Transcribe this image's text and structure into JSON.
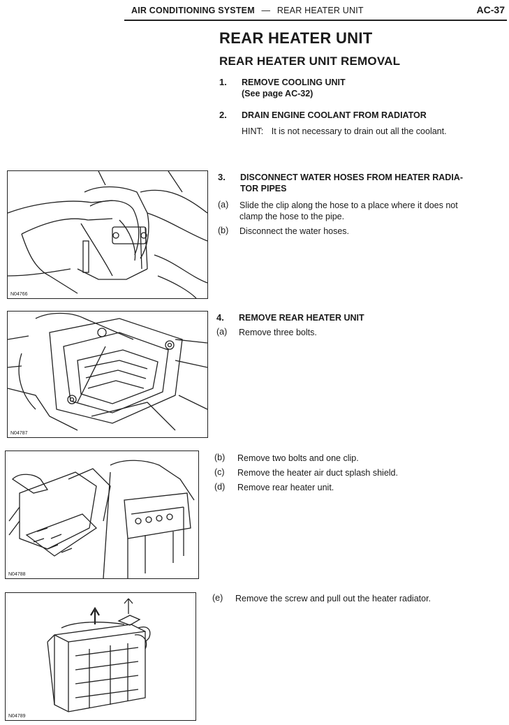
{
  "header": {
    "section": "AIR CONDITIONING SYSTEM",
    "dash": "—",
    "subsection": "REAR HEATER UNIT",
    "page": "AC-37"
  },
  "title": "REAR HEATER UNIT",
  "subtitle": "REAR HEATER UNIT REMOVAL",
  "steps": [
    {
      "num": "1.",
      "line1": "REMOVE COOLING UNIT",
      "line2": "(See page AC-32)"
    },
    {
      "num": "2.",
      "line1": "DRAIN ENGINE COOLANT FROM RADIATOR",
      "hint_label": "HINT:",
      "hint": "It is not necessary to drain out all the coolant."
    },
    {
      "num": "3.",
      "line1": "DISCONNECT WATER HOSES FROM HEATER RADIA-",
      "line2": "TOR PIPES",
      "subs": [
        {
          "label": "(a)",
          "line1": "Slide the clip along the hose to a place where it does not",
          "line2": "clamp the hose to the pipe."
        },
        {
          "label": "(b)",
          "line1": "Disconnect the water hoses."
        }
      ]
    },
    {
      "num": "4.",
      "line1": "REMOVE REAR HEATER UNIT",
      "subs": [
        {
          "label": "(a)",
          "line1": "Remove three bolts."
        },
        {
          "label": "(b)",
          "line1": "Remove two bolts and one clip."
        },
        {
          "label": "(c)",
          "line1": "Remove the heater air duct splash shield."
        },
        {
          "label": "(d)",
          "line1": "Remove rear heater unit."
        },
        {
          "label": "(e)",
          "line1": "Remove the screw and pull out the heater radiator."
        }
      ]
    }
  ],
  "figures": [
    {
      "id": "N04766"
    },
    {
      "id": "N04787"
    },
    {
      "id": "N04788"
    },
    {
      "id": "N04789"
    }
  ]
}
